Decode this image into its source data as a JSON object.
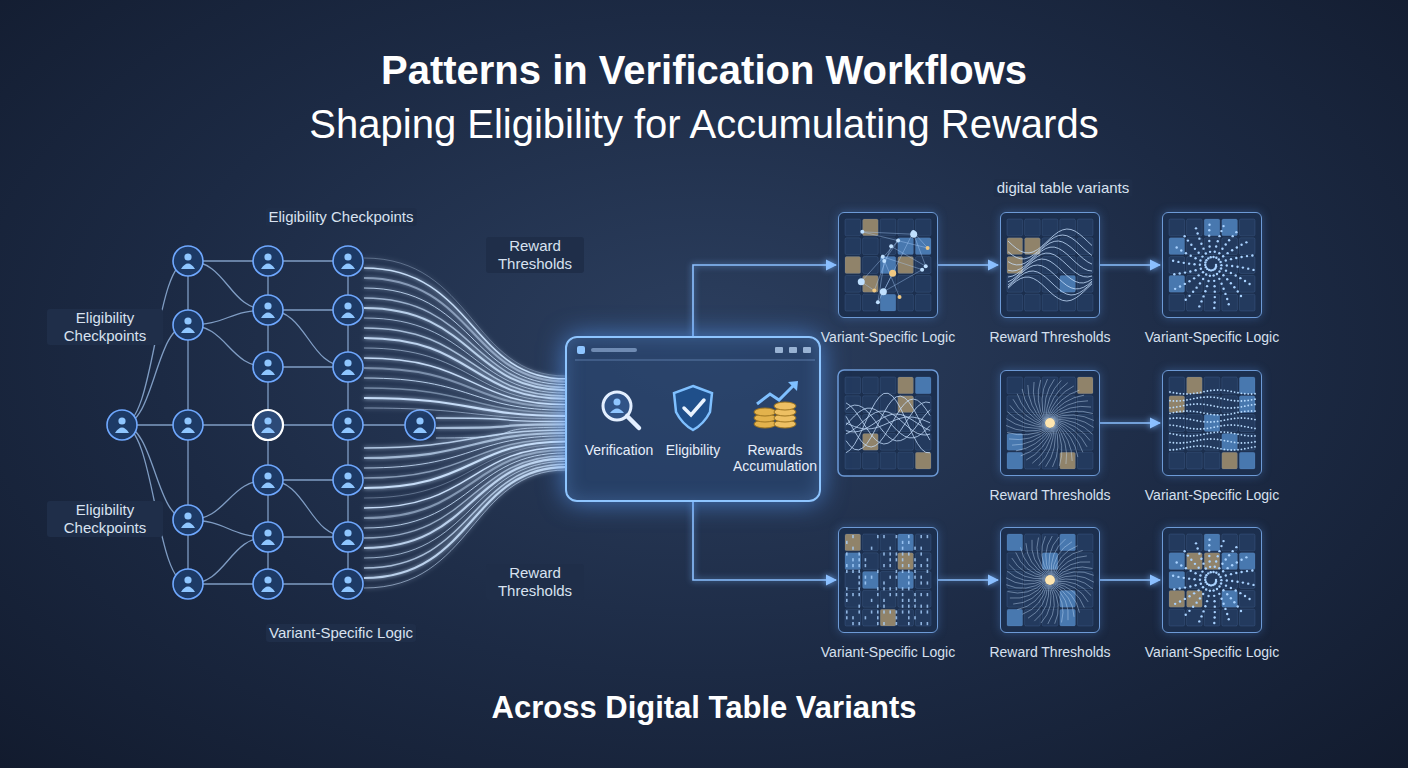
{
  "diagram": {
    "title": "Patterns in Verification Workflows",
    "caption": "Across Digital Table Variants",
    "nodes": [
      {
        "text": [
          "Verification",
          "Eligibility",
          "Rewards Accumulation"
        ]
      },
      {
        "text": [
          "Variant-Specific Logic"
        ]
      },
      {
        "text": [
          "Reward Thresholds"
        ]
      },
      {
        "text": [
          "Variant-Specific Logic"
        ]
      },
      {
        "text": [
          "Reward Thresholds"
        ]
      },
      {
        "text": [
          "Variant-Specific Logic"
        ]
      },
      {
        "text": [
          "Variant-Specific Logic"
        ]
      },
      {
        "text": [
          "Reward Thresholds"
        ]
      },
      {
        "text": [
          "Variant-Specific Logic"
        ]
      }
    ],
    "edges": [
      {
        "from": 0,
        "to": 1,
        "arrow": "to"
      },
      {
        "from": 1,
        "to": 2,
        "arrow": "to"
      },
      {
        "from": 2,
        "to": 3,
        "arrow": "to"
      },
      {
        "from": 4,
        "to": 5,
        "arrow": "to"
      },
      {
        "from": 0,
        "to": 6,
        "arrow": "to"
      },
      {
        "from": 6,
        "to": 7,
        "arrow": "to"
      },
      {
        "from": 7,
        "to": 8,
        "arrow": "to"
      }
    ],
    "labels": [
      "Shaping Eligibility for Accumulating Rewards",
      "Eligibility Checkpoints",
      "Eligibility Checkpoints",
      "Eligibility Checkpoints",
      "Reward Thresholds",
      "Reward Thresholds",
      "Variant-Specific Logic",
      "digital table variants"
    ]
  }
}
